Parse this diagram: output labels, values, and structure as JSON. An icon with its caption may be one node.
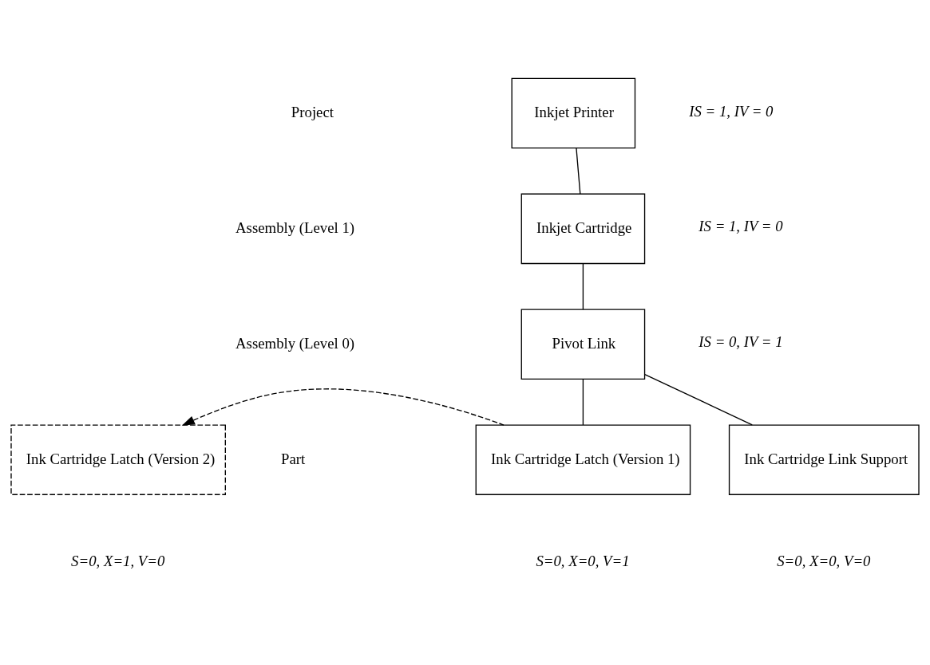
{
  "diagram": {
    "nodes": [
      {
        "text": [
          "Inkjet Printer"
        ],
        "beside": [
          "IS = 1, IV = 0"
        ]
      },
      {
        "text": [
          "Inkjet Cartridge"
        ],
        "beside": [
          "IS = 1, IV = 0"
        ]
      },
      {
        "text": [
          "Pivot Link"
        ],
        "beside": [
          "IS = 0, IV = 1"
        ]
      },
      {
        "text": [
          "Ink Cartridge Latch (Version 2)"
        ],
        "beside": [
          "S=0, X=1, V=0"
        ]
      },
      {
        "text": [
          "Ink Cartridge Latch (Version 1)"
        ],
        "beside": [
          "S=0, X=0, V=1"
        ]
      },
      {
        "text": [
          "Ink Cartridge Link Support"
        ],
        "beside": [
          "S=0, X=0, V=0"
        ]
      }
    ],
    "edges": [
      {
        "from": 0,
        "to": 1,
        "arrow": "none"
      },
      {
        "from": 1,
        "to": 2,
        "arrow": "none"
      },
      {
        "from": 2,
        "to": 4,
        "arrow": "none"
      },
      {
        "from": 2,
        "to": 5,
        "arrow": "none"
      },
      {
        "from": 4,
        "to": 3,
        "arrow": "to",
        "style": "dashed"
      }
    ],
    "labels": [
      "Project",
      "Assembly (Level 1)",
      "Assembly (Level 0)",
      "Part"
    ]
  }
}
